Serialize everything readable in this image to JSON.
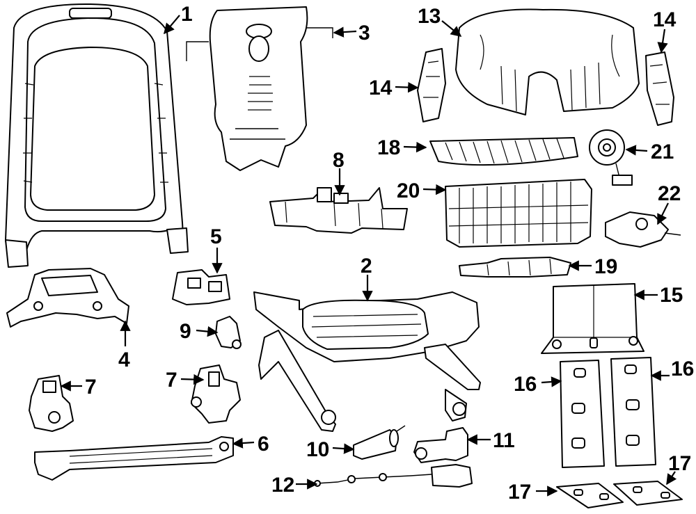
{
  "callouts": [
    {
      "id": "c1",
      "label": "1"
    },
    {
      "id": "c2",
      "label": "2"
    },
    {
      "id": "c3",
      "label": "3"
    },
    {
      "id": "c4",
      "label": "4"
    },
    {
      "id": "c5",
      "label": "5"
    },
    {
      "id": "c6",
      "label": "6"
    },
    {
      "id": "c7a",
      "label": "7"
    },
    {
      "id": "c7b",
      "label": "7"
    },
    {
      "id": "c8",
      "label": "8"
    },
    {
      "id": "c9",
      "label": "9"
    },
    {
      "id": "c10",
      "label": "10"
    },
    {
      "id": "c11",
      "label": "11"
    },
    {
      "id": "c12",
      "label": "12"
    },
    {
      "id": "c13",
      "label": "13"
    },
    {
      "id": "c14a",
      "label": "14"
    },
    {
      "id": "c14b",
      "label": "14"
    },
    {
      "id": "c15",
      "label": "15"
    },
    {
      "id": "c16a",
      "label": "16"
    },
    {
      "id": "c16b",
      "label": "16"
    },
    {
      "id": "c17a",
      "label": "17"
    },
    {
      "id": "c17b",
      "label": "17"
    },
    {
      "id": "c18",
      "label": "18"
    },
    {
      "id": "c19",
      "label": "19"
    },
    {
      "id": "c20",
      "label": "20"
    },
    {
      "id": "c21",
      "label": "21"
    },
    {
      "id": "c22",
      "label": "22"
    }
  ],
  "colors": {
    "line": "#000000",
    "background": "#ffffff"
  }
}
